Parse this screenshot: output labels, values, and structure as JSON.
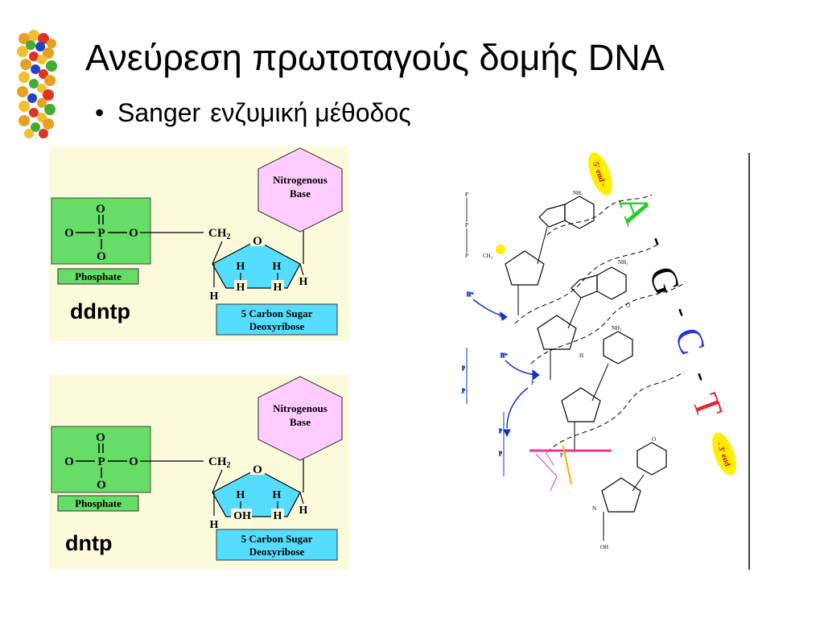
{
  "slide": {
    "title": "Ανεύρεση πρωτοταγούς δομής DNA",
    "bullet": "•",
    "bullet_text_1": "Sanger",
    "bullet_text_2": "ενζυμική μέθοδος"
  },
  "panel_ddntp": {
    "label": "ddntp",
    "phosphate_box_label": "Phosphate",
    "atom_o": "O",
    "atom_p": "P",
    "ch2": "CH",
    "ch2_sub": "2",
    "ring_o": "O",
    "atom_h": "H",
    "base_line1": "Nitrogenous",
    "base_line2": "Base",
    "sugar_line1": "5 Carbon Sugar",
    "sugar_line2": "Deoxyribose"
  },
  "panel_dntp": {
    "label": "dntp",
    "phosphate_box_label": "Phosphate",
    "atom_o": "O",
    "atom_p": "P",
    "ch2": "CH",
    "ch2_sub": "2",
    "ring_o": "O",
    "atom_h": "H",
    "oh": "OH",
    "base_line1": "Nitrogenous",
    "base_line2": "Base",
    "sugar_line1": "5 Carbon Sugar",
    "sugar_line2": "Deoxyribose"
  },
  "strand_figure": {
    "five_prime_end": "5' end -",
    "three_prime_end": "- 3' end",
    "base_a": "A",
    "base_g": "G",
    "base_c": "C",
    "base_t": "T",
    "dash": "-",
    "nh2": "NH₂",
    "o": "O",
    "p": "P",
    "ch2": "CH₂",
    "n": "N",
    "h": "H",
    "oh": "OH",
    "h_plus": "H⁺"
  },
  "colors": {
    "panel_bg": "#fbfbdc",
    "phosphate_green": "#66dd66",
    "base_pink": "#ffccff",
    "sugar_cyan": "#55ddff",
    "base_a_green": "#22cc22",
    "base_c_blue": "#2233dd",
    "base_t_red": "#ee2222",
    "end_badge_yellow": "#ffee00",
    "arrow_blue": "#1133cc",
    "cut_pink": "#ee3399"
  }
}
